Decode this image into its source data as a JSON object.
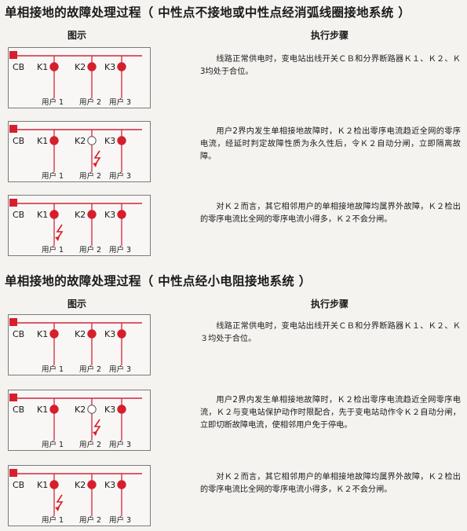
{
  "sections": [
    {
      "title": "单相接地的故障处理过程（ 中性点不接地或中性点经消弧线圈接地系统 ）",
      "col_diagram": "图示",
      "col_steps": "执行步骤",
      "rows": [
        {
          "k2_state": "closed",
          "fault_at": "none",
          "text": "线路正常供电时，变电站出线开关ＣＢ和分界断路器Ｋ１、Ｋ２、Ｋ3均处于合位。"
        },
        {
          "k2_state": "open",
          "fault_at": "user2",
          "text": "用户2界内发生单相接地故障时，Ｋ２检出零序电流趋近全网的零序电流，经延时判定故障性质为永久性后，令Ｋ２自动分闸，立即隔离故障。"
        },
        {
          "k2_state": "closed",
          "fault_at": "user1",
          "text": "对Ｋ２而言，其它相邻用户的单相接地故障均属界外故障，Ｋ２检出的零序电流比全网的零序电流小得多，Ｋ２不会分闸。"
        }
      ]
    },
    {
      "title": "单相接地的故障处理过程（ 中性点经小电阻接地系统 ）",
      "col_diagram": "图示",
      "col_steps": "执行步骤",
      "rows": [
        {
          "k2_state": "closed",
          "fault_at": "none",
          "text": "线路正常供电时，变电站出线开关ＣＢ和分界断路器Ｋ１、Ｋ２、Ｋ３均处于合位。"
        },
        {
          "k2_state": "open",
          "fault_at": "user2",
          "text": "用户2界内发生单相接地故障时，Ｋ２检出零序电流趋近全网零序电流，Ｋ２与变电站保护动作时限配合，先于变电站动作令Ｋ２自动分闸，立即切断故障电流，使相邻用户免于停电。"
        },
        {
          "k2_state": "closed",
          "fault_at": "user1",
          "text": "对Ｋ２而言，其它相邻用户的单相接地故障均属界外故障，Ｋ２检出的零序电流比全网的零序电流小得多，Ｋ２不会分闸。"
        }
      ]
    }
  ],
  "labels": {
    "cb": "CB",
    "k1": "K1",
    "k2": "K2",
    "k3": "K3",
    "u1": "用户 1",
    "u2": "用户 2",
    "u3": "用户 3"
  },
  "colors": {
    "line": "#d2263a",
    "switch_closed": "#d61f2c",
    "cb_box": "#d61f2c",
    "fault": "#d61f2c"
  }
}
